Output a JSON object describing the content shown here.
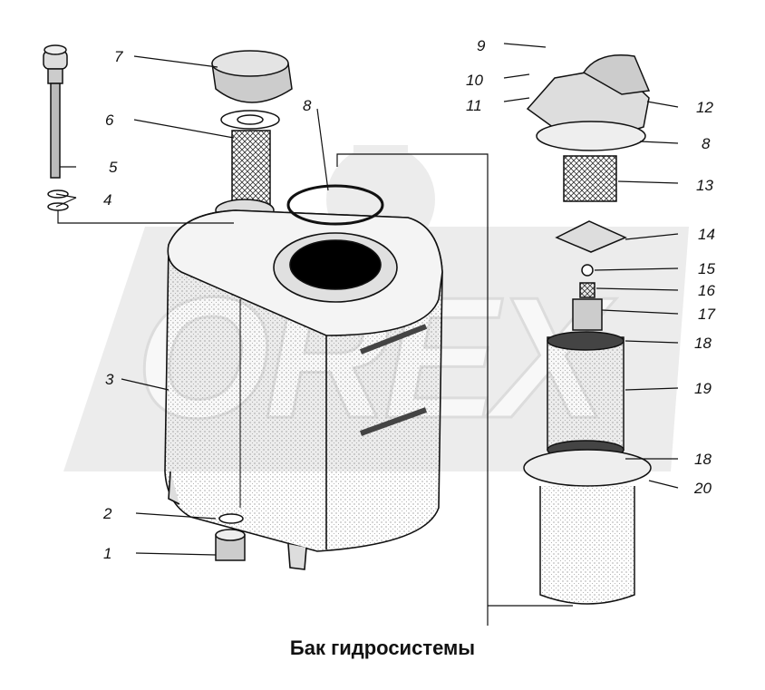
{
  "caption": "Бак гидросистемы",
  "watermark": {
    "text": "OREX",
    "color": "#e4e4e4"
  },
  "callouts": [
    "1",
    "2",
    "3",
    "4",
    "5",
    "6",
    "7",
    "8",
    "8",
    "9",
    "10",
    "11",
    "12",
    "13",
    "14",
    "15",
    "16",
    "17",
    "18",
    "18",
    "19",
    "20"
  ]
}
